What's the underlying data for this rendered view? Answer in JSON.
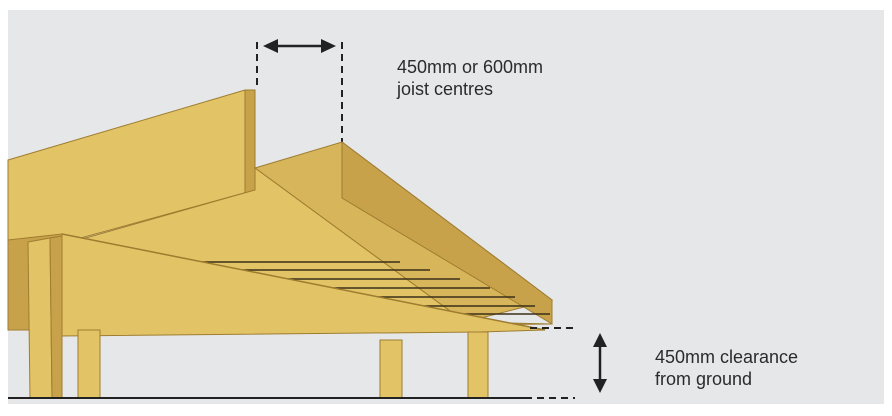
{
  "colors": {
    "background": "#e6e7e9",
    "wood_face": "#e2c466",
    "wood_top": "#d7b55a",
    "wood_side": "#c8a24a",
    "wood_dark": "#9e7d30",
    "board_line": "#3a2f18",
    "annotation": "#222222"
  },
  "annotations": {
    "joist_spacing": {
      "line1": "450mm or 600mm",
      "line2": "joist centres"
    },
    "clearance": {
      "line1": "450mm clearance",
      "line2": "from ground"
    }
  }
}
